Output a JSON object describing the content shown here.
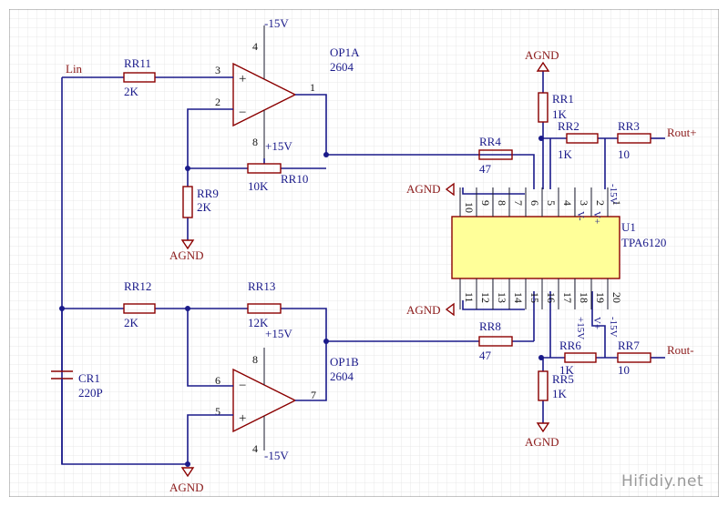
{
  "colors": {
    "wire": "#1a1a8a",
    "part": "#8b0000",
    "chip_fill": "#ffff99",
    "grid": "#e3e3e3",
    "watermark": "#9a9a9a"
  },
  "nets": {
    "lin": "Lin",
    "rout_plus": "Rout+",
    "rout_minus": "Rout-",
    "agnd": "AGND",
    "neg15": "-15V",
    "pos15": "+15V"
  },
  "op1a": {
    "ref": "OP1A",
    "value": "2604",
    "pin_plus": "3",
    "pin_minus": "2",
    "pin_out": "1",
    "pin_vneg": "4",
    "pin_vpos": "8",
    "plus_sign": "+",
    "minus_sign": "−"
  },
  "op1b": {
    "ref": "OP1B",
    "value": "2604",
    "pin_plus": "5",
    "pin_minus": "6",
    "pin_out": "7",
    "pin_vneg": "4",
    "pin_vpos": "8",
    "plus_sign": "+",
    "minus_sign": "−"
  },
  "resistors": {
    "rr11": {
      "ref": "RR11",
      "value": "2K"
    },
    "rr9": {
      "ref": "RR9",
      "value": "2K"
    },
    "rr10": {
      "ref": "RR10",
      "value": "10K"
    },
    "rr12": {
      "ref": "RR12",
      "value": "2K"
    },
    "rr13": {
      "ref": "RR13",
      "value": "12K"
    },
    "rr4": {
      "ref": "RR4",
      "value": "47"
    },
    "rr8": {
      "ref": "RR8",
      "value": "47"
    },
    "rr1": {
      "ref": "RR1",
      "value": "1K"
    },
    "rr2": {
      "ref": "RR2",
      "value": "1K"
    },
    "rr3": {
      "ref": "RR3",
      "value": "10"
    },
    "rr5": {
      "ref": "RR5",
      "value": "1K"
    },
    "rr6": {
      "ref": "RR6",
      "value": "1K"
    },
    "rr7": {
      "ref": "RR7",
      "value": "10"
    }
  },
  "cr1": {
    "ref": "CR1",
    "value": "220P"
  },
  "u1": {
    "ref": "U1",
    "value": "TPA6120",
    "top_pins": [
      "10",
      "9",
      "8",
      "7",
      "6",
      "5",
      "4",
      "3",
      "2",
      "1"
    ],
    "bottom_pins": [
      "11",
      "12",
      "13",
      "14",
      "15",
      "16",
      "17",
      "18",
      "19",
      "20"
    ],
    "pin3_label": "V-",
    "pin2_label": "V+",
    "pin1_label": "-15V",
    "pin19_label": "V+",
    "pin18_label": "+15V",
    "pin20_label": "-15V"
  },
  "watermark": "Hifidiy.net"
}
